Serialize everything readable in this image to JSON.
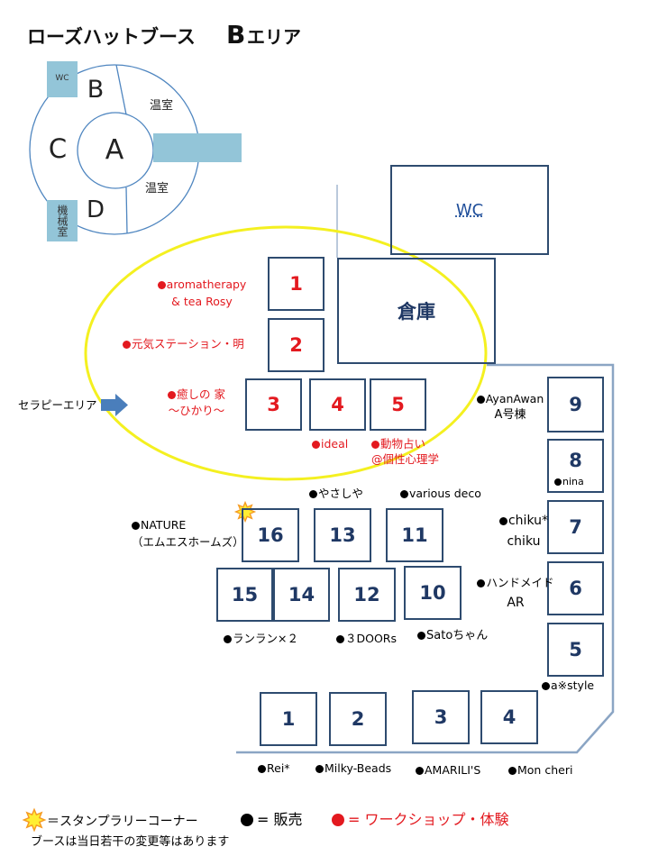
{
  "title": {
    "main": "ローズハットブース",
    "area_letter": "B",
    "area_suffix": "エリア"
  },
  "overview_map": {
    "zone_a": "A",
    "zone_b": "B",
    "zone_c": "C",
    "zone_d": "D",
    "greenhouse_upper": "温室",
    "greenhouse_lower": "温室",
    "wc": "WC",
    "machine_room": "機械室"
  },
  "rooms": {
    "wc": "WC",
    "storage": "倉庫"
  },
  "therapy_area": {
    "label": "セラピーエリア",
    "icon": "right-arrow-icon"
  },
  "booths": {
    "therapy": [
      "1",
      "2",
      "3",
      "4",
      "5"
    ],
    "right_wall": [
      "9",
      "8",
      "7",
      "6",
      "5"
    ],
    "center_upper": [
      "16",
      "13",
      "11"
    ],
    "center_lower": [
      "15",
      "14",
      "12",
      "10"
    ],
    "bottom_row": [
      "1",
      "2",
      "3",
      "4"
    ]
  },
  "vendors": {
    "workshop": [
      {
        "lines": [
          "aromatherapy",
          "& tea Rosy"
        ]
      },
      {
        "lines": [
          "元気ステーション・明"
        ]
      },
      {
        "lines": [
          "癒しの 家",
          "～ひかり～"
        ]
      },
      {
        "lines": [
          "ideal"
        ]
      },
      {
        "lines": [
          "動物占い",
          "@個性心理学"
        ]
      }
    ],
    "sales": [
      {
        "lines": [
          "AyanAwan",
          "A号棟"
        ]
      },
      {
        "lines": [
          "nina"
        ]
      },
      {
        "lines": [
          "chiku*",
          "chiku"
        ]
      },
      {
        "lines": [
          "ハンドメイド",
          "AR"
        ]
      },
      {
        "lines": [
          "a※style"
        ]
      },
      {
        "lines": [
          "やさしや"
        ]
      },
      {
        "lines": [
          "various deco"
        ]
      },
      {
        "lines": [
          "NATURE",
          "（エムエスホームズ）"
        ]
      },
      {
        "lines": [
          "ランラン×２"
        ]
      },
      {
        "lines": [
          "３DOORs"
        ]
      },
      {
        "lines": [
          "Satoちゃん"
        ]
      },
      {
        "lines": [
          "Rei*"
        ]
      },
      {
        "lines": [
          "Milky-Beads"
        ]
      },
      {
        "lines": [
          "AMARILI'S"
        ]
      },
      {
        "lines": [
          "Mon cheri"
        ]
      }
    ]
  },
  "legend": {
    "stamp_rally": {
      "icon": "stamp-rally-star-icon",
      "label": "＝スタンプラリーコーナー"
    },
    "sales": {
      "icon": "sales-dot-icon",
      "label": "= 販売"
    },
    "workshop": {
      "icon": "workshop-dot-icon",
      "label": "= ワークショップ・体験"
    }
  },
  "note": "ブースは当日若干の変更等はあります",
  "colors": {
    "booth_border": "#2e4b6f",
    "booth_number": "#1f3864",
    "workshop": "#e3191f",
    "sales": "#000000",
    "ellipse": "#f4f020",
    "overview_fill": "#93c5d8",
    "overview_line": "#4f86c0",
    "arrow": "#4a7ebb",
    "wall": "#8ba5c4",
    "wc_label": "#1f4e9a",
    "star_fill": "#ffee33",
    "star_outline": "#f59a23"
  }
}
